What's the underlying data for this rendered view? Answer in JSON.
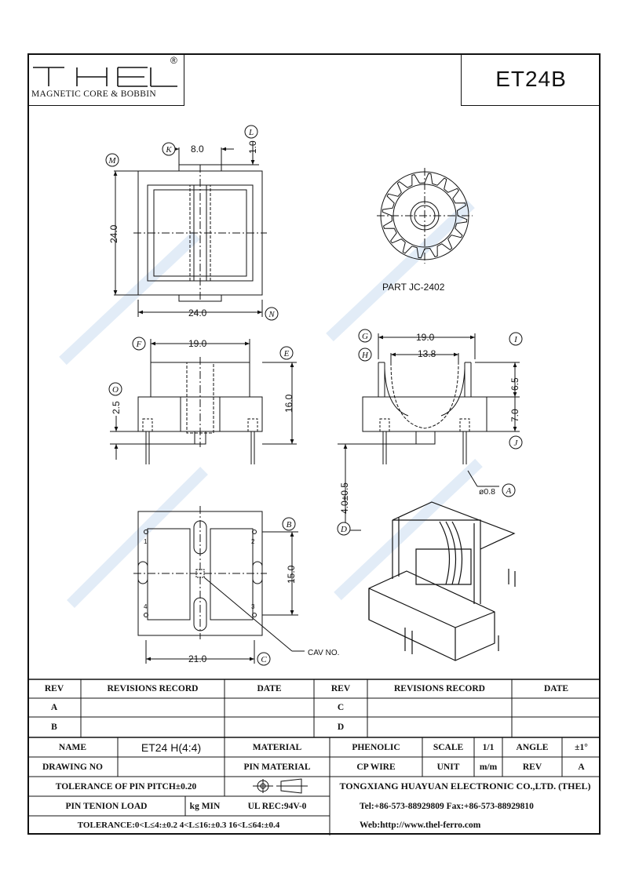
{
  "logo": {
    "brand": "THEL",
    "caption": "MAGNETIC CORE & BOBBIN",
    "registered": "®"
  },
  "part_title": "ET24B",
  "drawing": {
    "callouts": [
      "M",
      "K",
      "L",
      "F",
      "E",
      "O",
      "G",
      "H",
      "I",
      "J",
      "A",
      "D",
      "B",
      "C",
      "N"
    ],
    "dims": {
      "d8": "8.0",
      "d1": "1.0",
      "d24v": "24.0",
      "d24h": "24.0",
      "d19a": "19.0",
      "d16": "16.0",
      "d25": "2.5",
      "d19b": "19.0",
      "d138": "13.8",
      "d65": "6.5",
      "d70": "7.0",
      "d08": "ø0.8",
      "d40": "4.0±0.5",
      "d15": "15.0",
      "d21": "21.0"
    },
    "part_label": "PART JC-2402",
    "cav_label": "CAV NO.",
    "pins": [
      "1",
      "2",
      "3",
      "4"
    ]
  },
  "table": {
    "rev_header": "REV",
    "record_header": "REVISIONS RECORD",
    "date_header": "DATE",
    "rev_a": "A",
    "rev_b": "B",
    "rev_c": "C",
    "rev_d": "D",
    "name_label": "NAME",
    "name_value": "ET24 H(4:4)",
    "material_label": "MATERIAL",
    "material_value": "PHENOLIC",
    "scale_label": "SCALE",
    "scale_value": "1/1",
    "angle_label": "ANGLE",
    "angle_value": "±1°",
    "drawing_no_label": "DRAWING NO",
    "pin_material_label": "PIN MATERIAL",
    "pin_material_value": "CP WIRE",
    "unit_label": "UNIT",
    "unit_value": "m/m",
    "rev_label": "REV",
    "rev_value": "A",
    "tol_pitch": "TOLERANCE OF PIN PITCH±0.20",
    "company": "TONGXIANG HUAYUAN ELECTRONIC CO.,LTD. (THEL)",
    "pin_tension": "PIN TENION LOAD",
    "kg_min": "kg MIN",
    "ul": "UL REC:94V-0",
    "tel": "Tel:+86-573-88929809 Fax:+86-573-88929810",
    "tolerance": "TOLERANCE:0<L≤4:±0.2  4<L≤16:±0.3  16<L≤64:±0.4",
    "web": "Web:http://www.thel-ferro.com"
  }
}
